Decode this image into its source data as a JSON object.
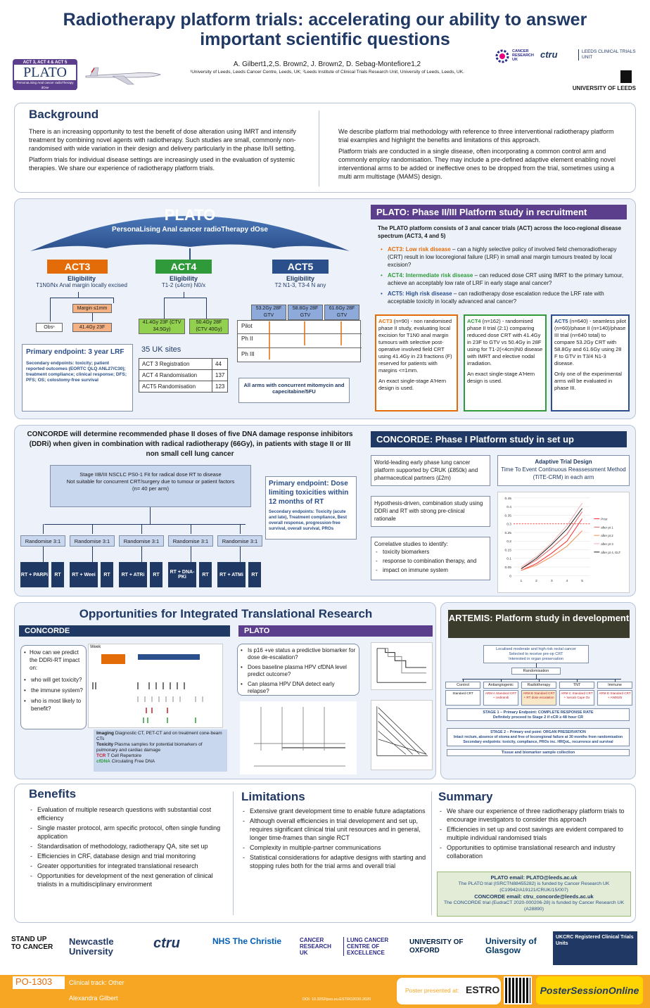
{
  "header": {
    "title_line1": "Radiotherapy platform trials: accelerating our ability to answer",
    "title_line2": "important scientific questions",
    "authors": "A. Gilbert1,2,S. Brown2, J. Brown2, D. Sebag-Montefiore1,2",
    "affiliations": "¹University of Leeds, Leeds Cancer Centre, Leeds, UK; ²Leeds Institute of Clinical Trials Research Unit, University of Leeds, Leeds, UK.",
    "plato_badge_top": "ACT 3, ACT 4 & ACT 5",
    "plato_badge_word": "PLATO",
    "plato_badge_sub": "PersonaLising Anal cancer radioTherapy dOse",
    "logo_cruk": "CANCER RESEARCH UK",
    "logo_ctru": "ctru",
    "logo_lctu": "LEEDS CLINICAL TRIALS UNIT",
    "logo_uol": "UNIVERSITY OF LEEDS"
  },
  "background": {
    "heading": "Background",
    "p1": "There is an increasing opportunity to test the benefit of dose alteration using IMRT and intensify treatment by combining novel agents with radiotherapy. Such studies are small, commonly non-randomised with wide variation in their design and delivery particularly in the phase Ib/II setting.",
    "p2": "Platform trials for individual disease settings are increasingly used in the evaluation of systemic therapies. We share our experience of radiotherapy platform trials.",
    "p3": "We describe platform trial methodology with reference to three interventional radiotherapy platform trial examples and highlight the benefits and limitations of this approach.",
    "p4": "Platform trials are conducted in a single disease, often incorporating a common control arm and commonly employ randomisation. They may include a pre-defined adaptive element enabling novel interventional arms to be added or ineffective ones to be dropped from the trial, sometimes using a multi arm multistage (MAMS) design."
  },
  "plato": {
    "umbrella_title": "PLATO",
    "umbrella_sub": "PersonaLising Anal cancer radioTherapy dOse",
    "act3": "ACT3",
    "act4": "ACT4",
    "act5": "ACT5",
    "eligibility": "Eligibility",
    "act3_elig": "T1N0/Nx Anal margin locally excised",
    "act4_elig": "T1-2 (≤4cm) N0/x",
    "act5_elig": "T2 N1-3, T3-4 N any",
    "margin": "Margin ≤1mm",
    "obs": "Obsⁿ",
    "act3_dose": "41.4Gy 23F",
    "act4_a": "41.4Gy 23F (CTV 34.5Gy)",
    "act4_b": "50.4Gy 28F (CTV 40Gy)",
    "act5_a": "53.2Gy 28F GTV",
    "act5_b": "58.8Gy 28F GTV",
    "act5_c": "61.6Gy 28F GTV",
    "pilot": "Pilot",
    "ph2": "Ph II",
    "ph3": "Ph III",
    "mitomycin": "All arms with concurrent mitomycin and capecitabine/5FU",
    "primary": "Primary endpoint: 3 year LRF",
    "secondary": "Secondary endpoints: toxicity; patient reported outcomes (EORTC QLQ ANL27/C30); treatment compliance; clinical response; DFS; PFS; OS; colostomy-free survival",
    "sites_title": "35 UK sites",
    "sites": [
      {
        "label": "ACT 3 Registration",
        "n": "44"
      },
      {
        "label": "ACT 4 Randomisation",
        "n": "137"
      },
      {
        "label": "ACT5 Randomisation",
        "n": "123"
      }
    ],
    "bar": "PLATO: Phase II/III Platform study in recruitment",
    "intro": "The PLATO platform consists of 3 anal cancer trials (ACT) across the loco-regional disease spectrum (ACT3, 4 and 5)",
    "b1_head": "ACT3: Low risk disease",
    "b1": " – can a highly selective policy of involved field chemoradiotherapy (CRT) result in low locoregional failure (LRF) in small anal margin tumours treated by local excision?",
    "b2_head": "ACT4: Intermediate risk disease",
    "b2": " – can reduced dose CRT using IMRT to the primary tumour, achieve an acceptably low rate of LRF in early stage anal cancer?",
    "b3_head": "ACT5: High risk disease",
    "b3": " – can radiotherapy dose escalation reduce the LRF rate with acceptable toxicity in locally advanced anal cancer?",
    "c1_head": "ACT3",
    "c1": " (n=90) - non randomised phase II study, evaluating local excision for T1N0 anal margin tumours with selective post-operative involved field CRT using 41.4Gy in 23 fractions (F) reserved for patients with margins <=1mm.",
    "c1b": "An exact single-stage A'Hern design is used.",
    "c2_head": "ACT4",
    "c2": " (n=162) - randomised phase II trial (2:1) comparing reduced dose CRT with 41.4Gy in 23F to GTV vs 50.4Gy in 28F using for T1-2(<4cm)N0 disease with IMRT and elective nodal irradiation.",
    "c2b": "An exact single-stage A'Hern design is used.",
    "c3_head": "ACT5",
    "c3": " (n=640) - seamless pilot (n=60)/phase II (n=140)/phase III trial (n=640 total) to compare 53.2Gy CRT with 58.8Gy and 61.6Gy using 28 F to GTV in T3/4 N1-3 disease.",
    "c3b": "Only one of the experimental arms will be evaluated in phase III."
  },
  "concorde": {
    "title": "CONCORDE will determine recommended phase II doses of five DNA damage response inhibitors (DDRi) when given in combination with radical radiotherapy (66Gy), in patients with stage II or III non small cell lung cancer",
    "stage": "Stage IIB/III NSCLC PS0-1 Fit for radical dose RT to disease\nNot suitable for concurrent CRT/surgery due to tumour or patient factors\n(n= 40 per arm)",
    "primary": "Primary endpoint: Dose limiting toxicities within 12 months of RT",
    "secondary": "Secondary endpoints: Toxicity (acute and late), Treatment compliance, Best overall response, progression-free survival, overall survival, PROs",
    "randomise": "Randomise 3:1",
    "arms": [
      {
        "exp": "RT + PARPi",
        "ctrl": "RT"
      },
      {
        "exp": "RT + Weei",
        "ctrl": "RT"
      },
      {
        "exp": "RT + ATRi",
        "ctrl": "RT"
      },
      {
        "exp": "RT + DNA-PKi",
        "ctrl": "RT"
      },
      {
        "exp": "RT + ATMi",
        "ctrl": "RT"
      }
    ],
    "bar": "CONCORDE: Phase I Platform study in set up",
    "box1": "World-leading early phase lung cancer platform supported by CRUK (£850k) and pharmaceutical partners (£2m)",
    "box2": "Hypothesis-driven, combination study using DDRi and RT with strong pre-clinical rationale",
    "box3_head": "Correlative studies to identify:",
    "box3_items": [
      "toxicity biomarkers",
      "response to combination therapy, and",
      "impact on immune system"
    ],
    "adaptive_title": "Adaptive Trial Design",
    "adaptive_sub": "Time To Event Continuous Reassessment Method (TiTE-CRM) in each arm"
  },
  "chart_data": {
    "type": "line",
    "x": [
      1,
      2,
      3,
      4,
      5
    ],
    "ylim": [
      0,
      0.45
    ],
    "yticks": [
      "0",
      "0.05",
      "0.1",
      "0.15",
      "0.2",
      "0.25",
      "0.3",
      "0.35",
      "0.4",
      "0.45"
    ],
    "series": [
      {
        "name": "Prior",
        "values": [
          0.03,
          0.07,
          0.13,
          0.2,
          0.33
        ]
      },
      {
        "name": "after pt 1",
        "values": [
          0.04,
          0.09,
          0.16,
          0.24,
          0.37
        ]
      },
      {
        "name": "after pt 2",
        "values": [
          0.03,
          0.06,
          0.11,
          0.17,
          0.26
        ]
      },
      {
        "name": "after pt 3",
        "values": [
          0.05,
          0.11,
          0.19,
          0.29,
          0.42
        ]
      },
      {
        "name": "after pt 4, DLT",
        "values": [
          0.04,
          0.1,
          0.18,
          0.27,
          0.39
        ]
      }
    ],
    "target": 0.3,
    "colors": [
      "#ff2a2a",
      "#e06060",
      "#f08a50",
      "#f0b0b0",
      "#1a1a1a"
    ]
  },
  "translational": {
    "heading": "Opportunities for Integrated Translational Research",
    "concorde_tab": "CONCORDE",
    "plato_tab": "PLATO",
    "concorde_qs_head": "How can we predict the DDRi-RT impact on:",
    "concorde_qs": [
      "who will get toxicity?",
      "the immune system?",
      "who is most likely to benefit?"
    ],
    "timeline_week": "Week",
    "legend_imaging": "Imaging",
    "legend_imaging_txt": "Diagnostic CT, PET-CT and on treatment cone-beam CTs",
    "legend_toxicity": "Toxicity",
    "legend_toxicity_txt": "Plasma samples for potential biomarkers of pulmonary and cardiac damage",
    "legend_tcr": "TCR",
    "legend_tcr_txt": "T Cell Repertoire",
    "legend_cfdna": "cfDNA",
    "legend_cfdna_txt": "Circulating Free DNA",
    "plato_qs": [
      "Is p16 +ve status a predictive biomarker for dose de-escalation?",
      "Does baseline plasma HPV cfDNA level predict outcome?",
      "Can plasma HPV DNA detect early relapse?"
    ]
  },
  "artemis": {
    "bar": "ARTEMIS: Platform study in development",
    "box1": "Localised moderate and high risk rectal cancer\nSelected to receive pre-op CRT\nInterested in organ preservation",
    "randomisation": "Randomisation",
    "arms": [
      "Control",
      "Antiangiogenic",
      "Radiotherapy",
      "TNT",
      "Immune"
    ],
    "arm_txt": [
      "Standard CRT",
      "ARM A Standard CRT + cediranib",
      "ARM B Standard CRT + RT dose escalation",
      "ARM C Standard CRT + Ixecab Cape Ox",
      "ARM D Standard CRT + AN0025"
    ],
    "stage1": "STAGE 1 – Primary Endpoint: COMPLETE RESPONSE RATE\nDefinitely proceed to Stage 2 if cCR ≥ 48 hour CR",
    "stage2": "STAGE 2 – Primary end point: ORGAN PRESERVATION\nIntact rectum, absence of stoma and free of locoregional failure at 30 months from randomisation\nSecondary endpoints: toxicity, compliance, PROs inc. HRQoL, recurrence and survival",
    "tissue": "Tissue and biomarker sample collection"
  },
  "benefits": {
    "heading": "Benefits",
    "items": [
      "Evaluation of multiple research questions with substantial cost efficiency",
      "Single master protocol, arm specific protocol, often single funding application",
      "Standardisation of methodology, radiotherapy QA, site set up",
      "Efficiencies in CRF, database design and trial monitoring",
      "Greater opportunities for integrated translational research",
      "Opportunities for development of the next generation of clinical trialists in a multidisciplinary environment"
    ]
  },
  "limitations": {
    "heading": "Limitations",
    "items": [
      "Extensive grant development time to enable future adaptations",
      "Although overall efficiencies in trial development and set up, requires significant clinical trial unit resources and in general, longer time-frames than single RCT",
      "Complexity in multiple-partner communications",
      "Statistical considerations for adaptive designs with starting and stopping rules both for the trial arms and overall trial"
    ]
  },
  "summary": {
    "heading": "Summary",
    "items": [
      "We share our experience of three radiotherapy platform trials to encourage investigators to consider this approach",
      "Efficiencies in set up and cost savings are evident compared to multiple individual randomised trials",
      "Opportunities to optimise translational research and industry collaboration"
    ],
    "contact1": "PLATO email: PLATO@leeds.ac.uk",
    "contact2": "The PLATO trial (ISRCTN88455282) is funded by Cancer Research UK",
    "contact3": "(C19942/A19121/CRUK/15/007)",
    "contact4": "CONCORDE email: ctru_concorde@leeds.ac.uk",
    "contact5": "The CONCORDE trial (EudraCT 2020-000206-28) is funded by Cancer Research UK (A28890)"
  },
  "footer_logos": [
    "STAND UP TO CANCER",
    "Newcastle University",
    "ctru",
    "NHS The Christie",
    "CANCER RESEARCH UK",
    "LUNG CANCER CENTRE OF EXCELLENCE",
    "UNIVERSITY OF OXFORD",
    "University of Glasgow",
    "UKCRC Registered Clinical Trials Units"
  ],
  "footer": {
    "po": "PO-1303",
    "track": "Clinical track: Other",
    "author": "Alexandra Gilbert",
    "doi": "DOI: 10.3252/pso.eu.ESTRO2020.2020",
    "presented": "Poster presented at:",
    "estro": "ESTRO",
    "pso": "PosterSessionOnline"
  }
}
